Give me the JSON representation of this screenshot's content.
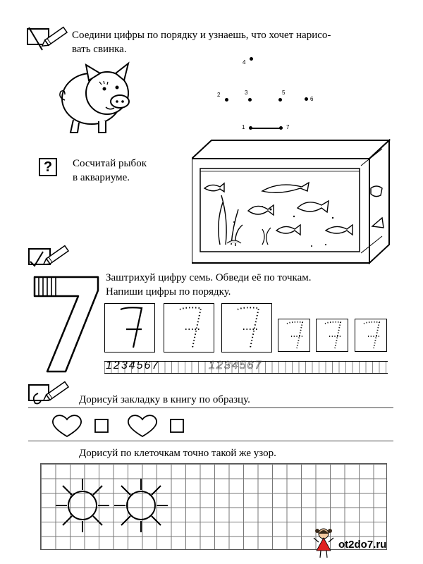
{
  "task1": {
    "text_line1": "Соедини цифры по порядку и узнаешь, что хочет нарисо-",
    "text_line2": "вать свинка.",
    "dots": [
      "1",
      "2",
      "3",
      "4",
      "5",
      "6",
      "7"
    ]
  },
  "task2": {
    "line1": "Сосчитай рыбок",
    "line2": "в аквариуме.",
    "question_mark": "?"
  },
  "task3": {
    "line1": "Заштрихуй цифру семь. Обведи её по точкам.",
    "line2": "Напиши цифры по порядку.",
    "big_digit": "7",
    "box_digit": "7",
    "sequence": [
      "1",
      "2",
      "3",
      "4",
      "5",
      "6",
      "7"
    ]
  },
  "task4": {
    "text": "Дорисуй закладку в книгу по образцу."
  },
  "task5": {
    "text": "Дорисуй по клеточкам точно такой же узор."
  },
  "footer": {
    "site": "ot2do7.ru"
  },
  "icons": [
    "pencil-icon",
    "question-icon",
    "pig-illustration",
    "aquarium-illustration",
    "girl-mascot-icon"
  ]
}
